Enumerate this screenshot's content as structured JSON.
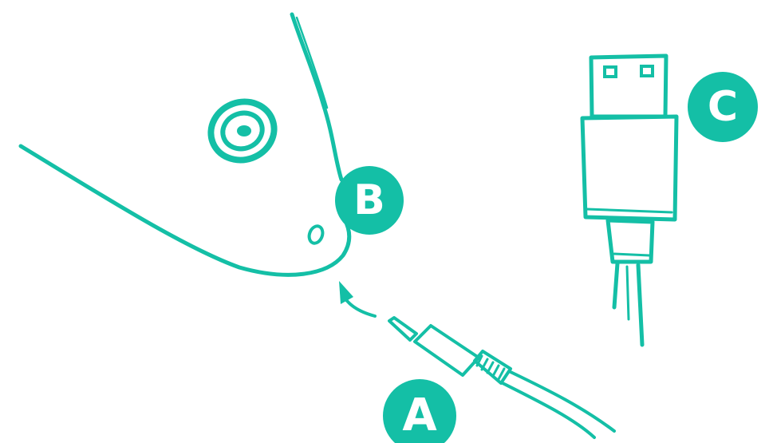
{
  "colors": {
    "accent": "#14bfa6",
    "background": "#ffffff"
  },
  "labels": {
    "a": "A",
    "b": "B",
    "c": "C"
  },
  "icons": {
    "device": "device-body-icon",
    "plug": "audio-jack-plug-icon",
    "arrow": "insert-arrow-icon",
    "usb": "usb-connector-icon"
  }
}
